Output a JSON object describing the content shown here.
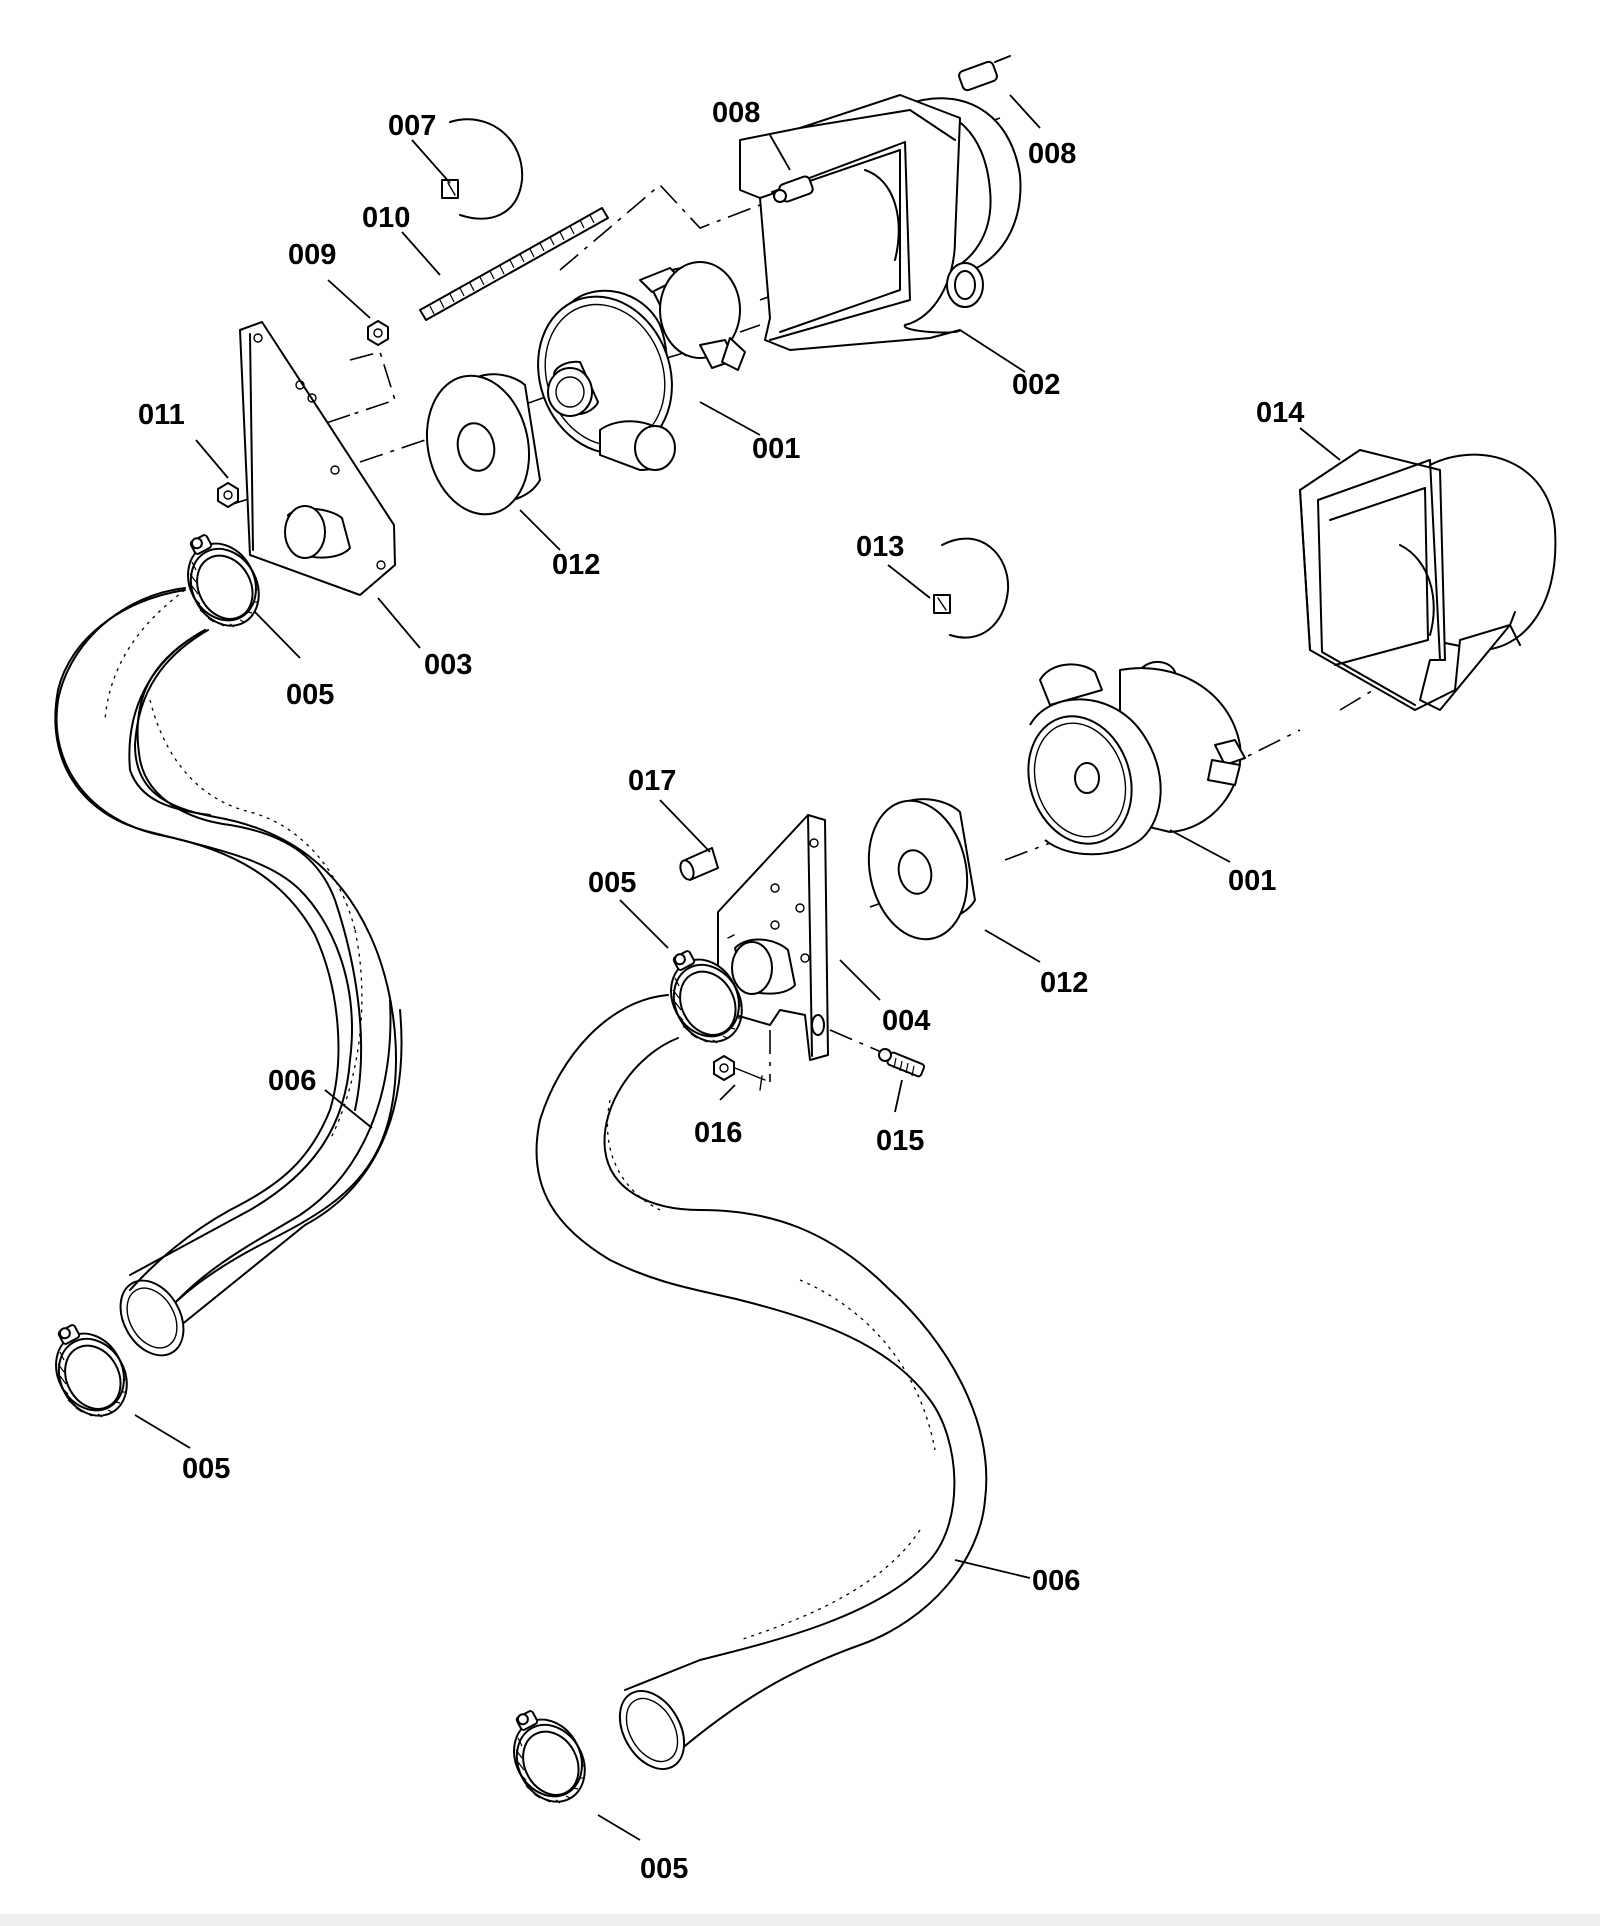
{
  "callouts": [
    {
      "id": "007",
      "label": "007"
    },
    {
      "id": "008-top-left",
      "label": "008"
    },
    {
      "id": "008-top-right",
      "label": "008"
    },
    {
      "id": "010",
      "label": "010"
    },
    {
      "id": "009",
      "label": "009"
    },
    {
      "id": "002",
      "label": "002"
    },
    {
      "id": "011",
      "label": "011"
    },
    {
      "id": "001-top",
      "label": "001"
    },
    {
      "id": "014",
      "label": "014"
    },
    {
      "id": "012-top",
      "label": "012"
    },
    {
      "id": "013",
      "label": "013"
    },
    {
      "id": "003",
      "label": "003"
    },
    {
      "id": "005-top-left",
      "label": "005"
    },
    {
      "id": "017",
      "label": "017"
    },
    {
      "id": "001-right",
      "label": "001"
    },
    {
      "id": "005-middle",
      "label": "005"
    },
    {
      "id": "012-bottom",
      "label": "012"
    },
    {
      "id": "004",
      "label": "004"
    },
    {
      "id": "006-left",
      "label": "006"
    },
    {
      "id": "016",
      "label": "016"
    },
    {
      "id": "015",
      "label": "015"
    },
    {
      "id": "005-bottom-left",
      "label": "005"
    },
    {
      "id": "006-right",
      "label": "006"
    },
    {
      "id": "005-bottom",
      "label": "005"
    }
  ],
  "icons": {
    "blower-motor": "blower-motor-icon",
    "blower-housing": "blower-housing-icon",
    "mounting-bracket": "mounting-bracket-icon",
    "hose": "hose-icon",
    "hose-clamp": "hose-clamp-icon",
    "gasket": "gasket-icon",
    "threaded-rod": "threaded-rod-icon",
    "nut": "nut-icon",
    "retaining-ring": "retaining-ring-icon",
    "screw": "screw-icon",
    "spacer": "spacer-icon"
  },
  "colors": {
    "ink": "#000000",
    "paper": "#ffffff"
  }
}
